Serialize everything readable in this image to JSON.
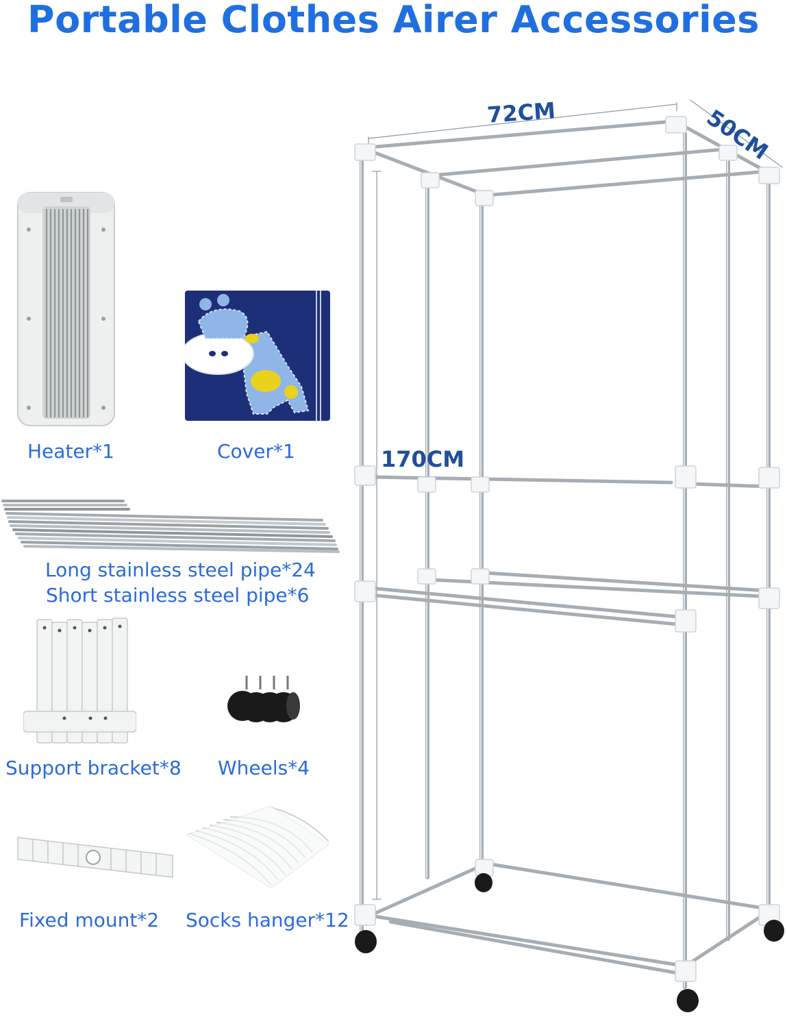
{
  "title": "Portable Clothes Airer Accessories",
  "accessories": {
    "heater": "Heater*1",
    "cover": "Cover*1",
    "long_pipe": "Long stainless steel pipe*24",
    "short_pipe": "Short stainless steel pipe*6",
    "support_bracket": "Support bracket*8",
    "wheels": "Wheels*4",
    "fixed_mount": "Fixed mount*2",
    "socks_hanger": "Socks hanger*12"
  },
  "dimensions": {
    "width": "72CM",
    "depth": "50CM",
    "height": "170CM"
  },
  "colors": {
    "title": "#1f6fe0",
    "label": "#2a6bd8",
    "cover_bg": "#1e2f7a",
    "giraffe": "#8fb6e6",
    "spots": "#e8d21c"
  }
}
